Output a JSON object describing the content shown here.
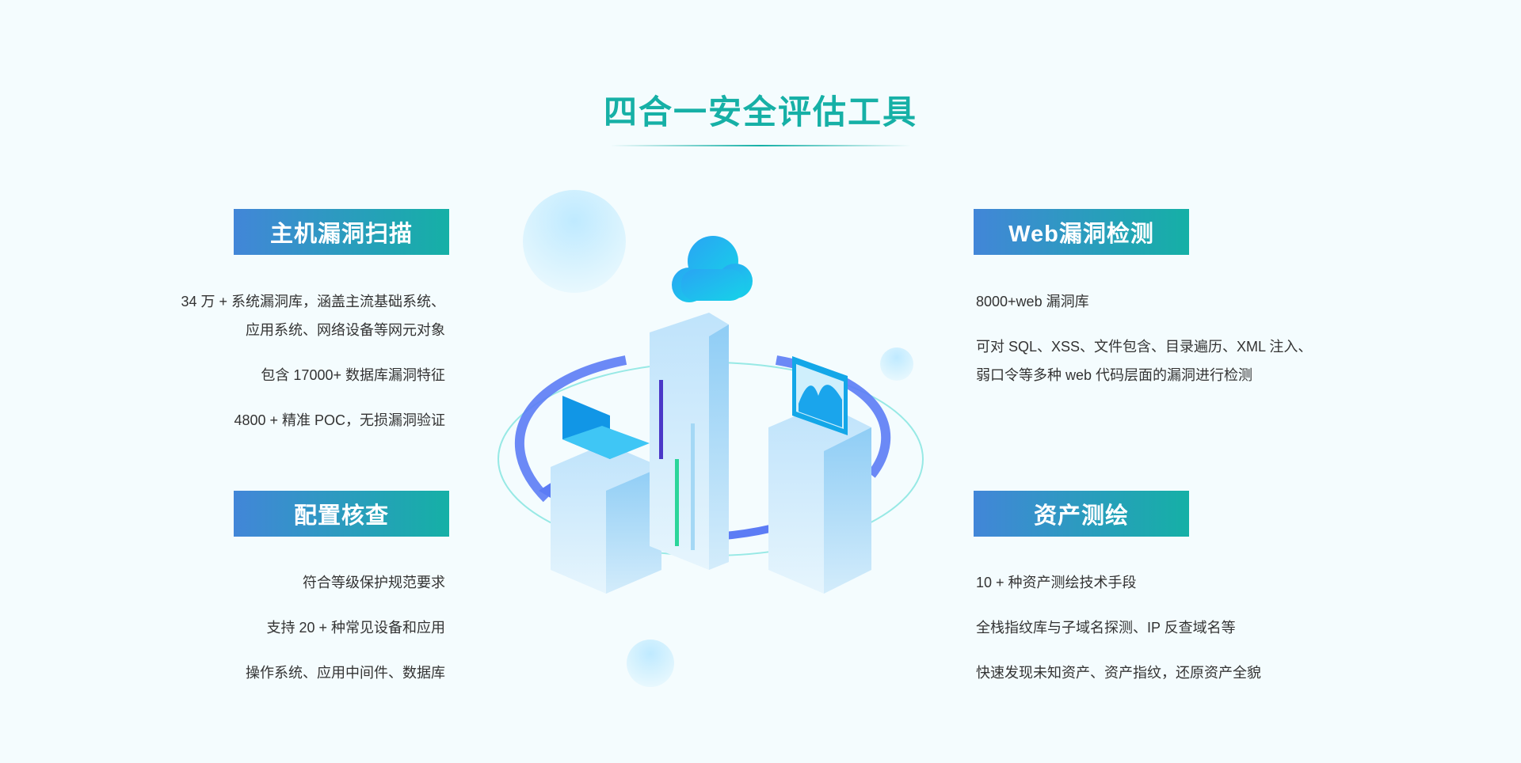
{
  "title": "四合一安全评估工具",
  "sections": {
    "host_scan": {
      "title": "主机漏洞扫描",
      "lines": [
        "34 万 + 系统漏洞库，涵盖主流基础系统、",
        "应用系统、网络设备等网元对象",
        "包含 17000+ 数据库漏洞特征",
        "4800 + 精准 POC，无损漏洞验证"
      ]
    },
    "config_check": {
      "title": "配置核查",
      "lines": [
        "符合等级保护规范要求",
        "支持 20 + 种常见设备和应用",
        "操作系统、应用中间件、数据库"
      ]
    },
    "web_scan": {
      "title": "Web漏洞检测",
      "lines": [
        "8000+web 漏洞库",
        "可对 SQL、XSS、文件包含、目录遍历、XML 注入、",
        "弱口令等多种 web 代码层面的漏洞进行检测"
      ]
    },
    "asset_mapping": {
      "title": "资产测绘",
      "lines": [
        "10 + 种资产测绘技术手段",
        "全栈指纹库与子域名探测、IP 反查域名等",
        "快速发现未知资产、资产指纹，还原资产全貌"
      ]
    }
  },
  "colors": {
    "accent": "#16b0a6",
    "gradient_start": "#4286d8",
    "gradient_end": "#15b0a6"
  }
}
